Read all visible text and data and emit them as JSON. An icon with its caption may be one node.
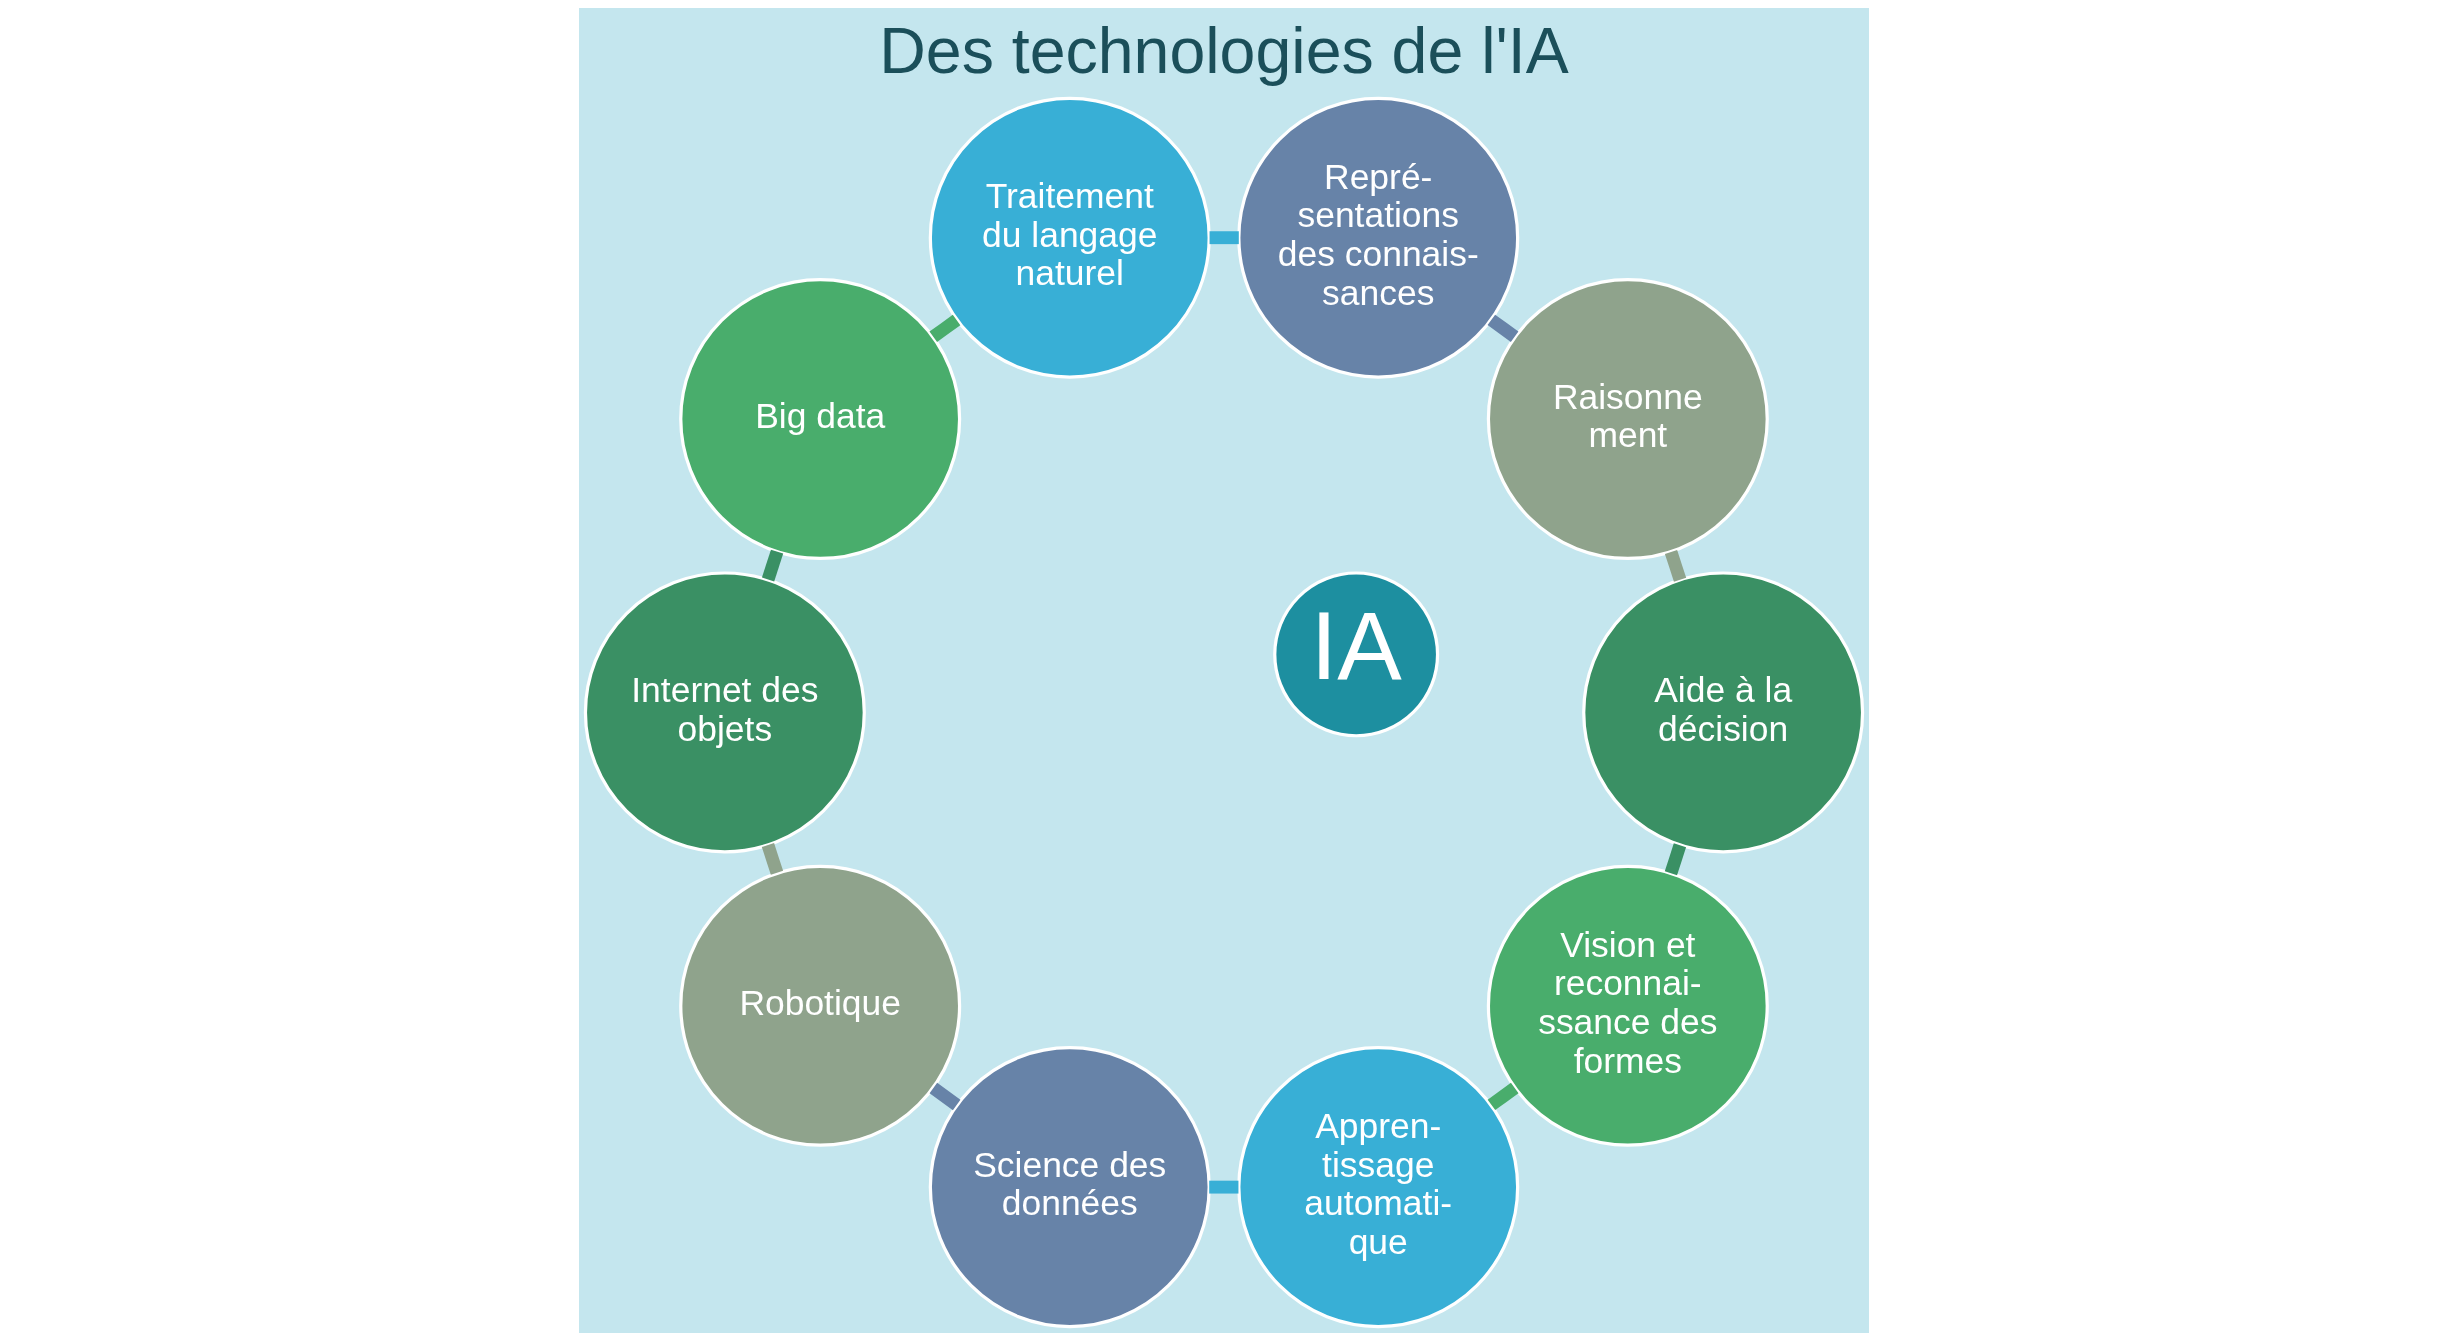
{
  "diagram": {
    "title": "Des technologies de l'IA",
    "nodes": [
      {
        "text": [
          "IA"
        ]
      },
      {
        "text": [
          "Vision et reconnai- ssance des formes"
        ]
      },
      {
        "text": [
          "Appren- tissage automati- que"
        ]
      },
      {
        "text": [
          "Science des données"
        ]
      },
      {
        "text": [
          "Robotique"
        ]
      },
      {
        "text": [
          "Internet des objets"
        ]
      },
      {
        "text": [
          "Big data"
        ]
      },
      {
        "text": [
          "Traitement du langage naturel"
        ]
      },
      {
        "text": [
          "Repré- sentations des connais- sances"
        ]
      },
      {
        "text": [
          "Raisonne ment"
        ]
      },
      {
        "text": [
          "Aide à la décision"
        ]
      }
    ],
    "edges": [
      {
        "from": 1,
        "to": 2,
        "arrow": "none",
        "color": "#49ad6c"
      },
      {
        "from": 2,
        "to": 3,
        "arrow": "none",
        "color": "#38afd6"
      },
      {
        "from": 3,
        "to": 4,
        "arrow": "none",
        "color": "#6783a8"
      },
      {
        "from": 4,
        "to": 5,
        "arrow": "none",
        "color": "#8fa38c"
      },
      {
        "from": 5,
        "to": 6,
        "arrow": "none",
        "color": "#3a9064"
      },
      {
        "from": 6,
        "to": 7,
        "arrow": "none",
        "color": "#49ad6c"
      },
      {
        "from": 7,
        "to": 8,
        "arrow": "none",
        "color": "#38afd6"
      },
      {
        "from": 8,
        "to": 9,
        "arrow": "none",
        "color": "#6783a8"
      },
      {
        "from": 9,
        "to": 10,
        "arrow": "none",
        "color": "#8fa38c"
      },
      {
        "from": 10,
        "to": 1,
        "arrow": "none",
        "color": "#3a9064"
      }
    ]
  }
}
